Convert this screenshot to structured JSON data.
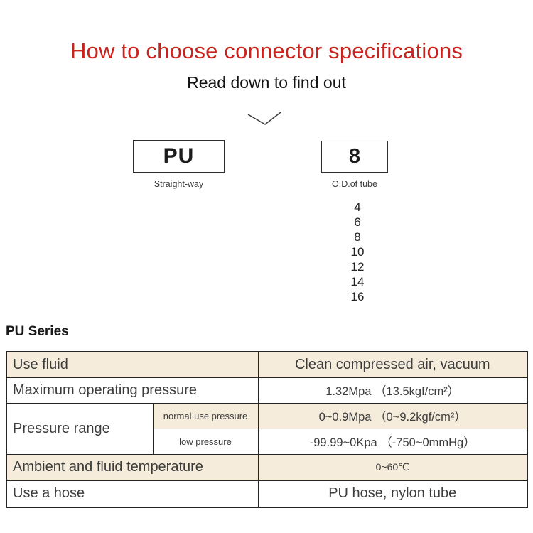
{
  "colors": {
    "title_red": "#c9231f",
    "table_accent_beige": "#f5ecdb",
    "table_border": "#242424",
    "text_dark": "#3c3c3c"
  },
  "header": {
    "title": "How to choose connector specifications",
    "subtitle": "Read down to find out"
  },
  "selector": {
    "chevron_icon": "chevron-down",
    "model_box": {
      "label": "PU",
      "caption": "Straight-way"
    },
    "size_box": {
      "label": "8",
      "caption": "O.D.of tube"
    },
    "size_options": [
      "4",
      "6",
      "8",
      "10",
      "12",
      "14",
      "16"
    ]
  },
  "series": {
    "heading": "PU Series"
  },
  "spec_table": {
    "use_fluid": {
      "label": "Use fluid",
      "value": "Clean compressed air, vacuum"
    },
    "max_pressure": {
      "label": "Maximum operating pressure",
      "value": "1.32Mpa （13.5kgf/cm²）"
    },
    "pressure_range": {
      "label": "Pressure range",
      "normal": {
        "label": "normal use pressure",
        "value": "0~0.9Mpa （0~9.2kgf/cm²）"
      },
      "low": {
        "label": "low pressure",
        "value": "-99.99~0Kpa （-750~0mmHg）"
      }
    },
    "temperature": {
      "label": "Ambient and fluid temperature",
      "value": "0~60℃"
    },
    "hose": {
      "label": "Use a hose",
      "value": "PU hose, nylon tube"
    }
  }
}
